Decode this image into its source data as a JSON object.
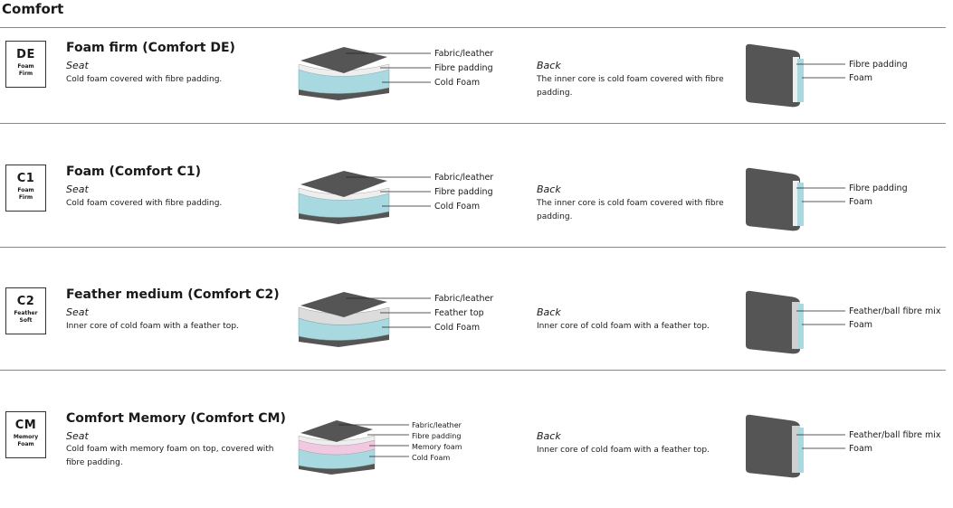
{
  "page_title": "Comfort",
  "rows": [
    {
      "code": "DE",
      "firmness_1": "Foam",
      "firmness_2": "Firm",
      "title": "Foam firm (Comfort DE)",
      "seat_label": "Seat",
      "seat_desc": "Cold foam covered with fibre padding.",
      "layers": [
        "Fabric/leather",
        "Fibre padding",
        "Cold Foam"
      ],
      "back_label": "Back",
      "back_desc": "The inner core is cold foam covered with fibre padding.",
      "back_layers": [
        "Fibre padding",
        "Foam"
      ]
    },
    {
      "code": "C1",
      "firmness_1": "Foam",
      "firmness_2": "Firm",
      "title": "Foam (Comfort C1)",
      "seat_label": "Seat",
      "seat_desc": "Cold foam covered with fibre padding.",
      "layers": [
        "Fabric/leather",
        "Fibre padding",
        "Cold Foam"
      ],
      "back_label": "Back",
      "back_desc": "The inner core is cold foam covered with fibre padding.",
      "back_layers": [
        "Fibre padding",
        "Foam"
      ]
    },
    {
      "code": "C2",
      "firmness_1": "Feather",
      "firmness_2": "Soft",
      "title": "Feather medium (Comfort C2)",
      "seat_label": "Seat",
      "seat_desc": "Inner core of cold foam with a feather top.",
      "layers": [
        "Fabric/leather",
        "Feather top",
        "Cold Foam"
      ],
      "back_label": "Back",
      "back_desc": "Inner core of cold foam with a feather top.",
      "back_layers": [
        "Feather/ball fibre mix",
        "Foam"
      ]
    },
    {
      "code": "CM",
      "firmness_1": "Memory",
      "firmness_2": "Foam",
      "title": "Comfort Memory (Comfort CM)",
      "seat_label": "Seat",
      "seat_desc": "Cold foam with memory foam on top, covered with fibre padding.",
      "layers": [
        "Fabric/leather",
        "Fibre padding",
        "Memory foam",
        "Cold Foam"
      ],
      "back_label": "Back",
      "back_desc": "Inner core of cold foam with a feather top.",
      "back_layers": [
        "Feather/ball fibre mix",
        "Foam"
      ]
    }
  ],
  "colors": {
    "fabric": "#555555",
    "fibre": "#e8e8e8",
    "feather": "#d9d9d9",
    "memory": "#f0c8e0",
    "cold_foam": "#a8d8e0",
    "rule": "#8a8a8a"
  }
}
